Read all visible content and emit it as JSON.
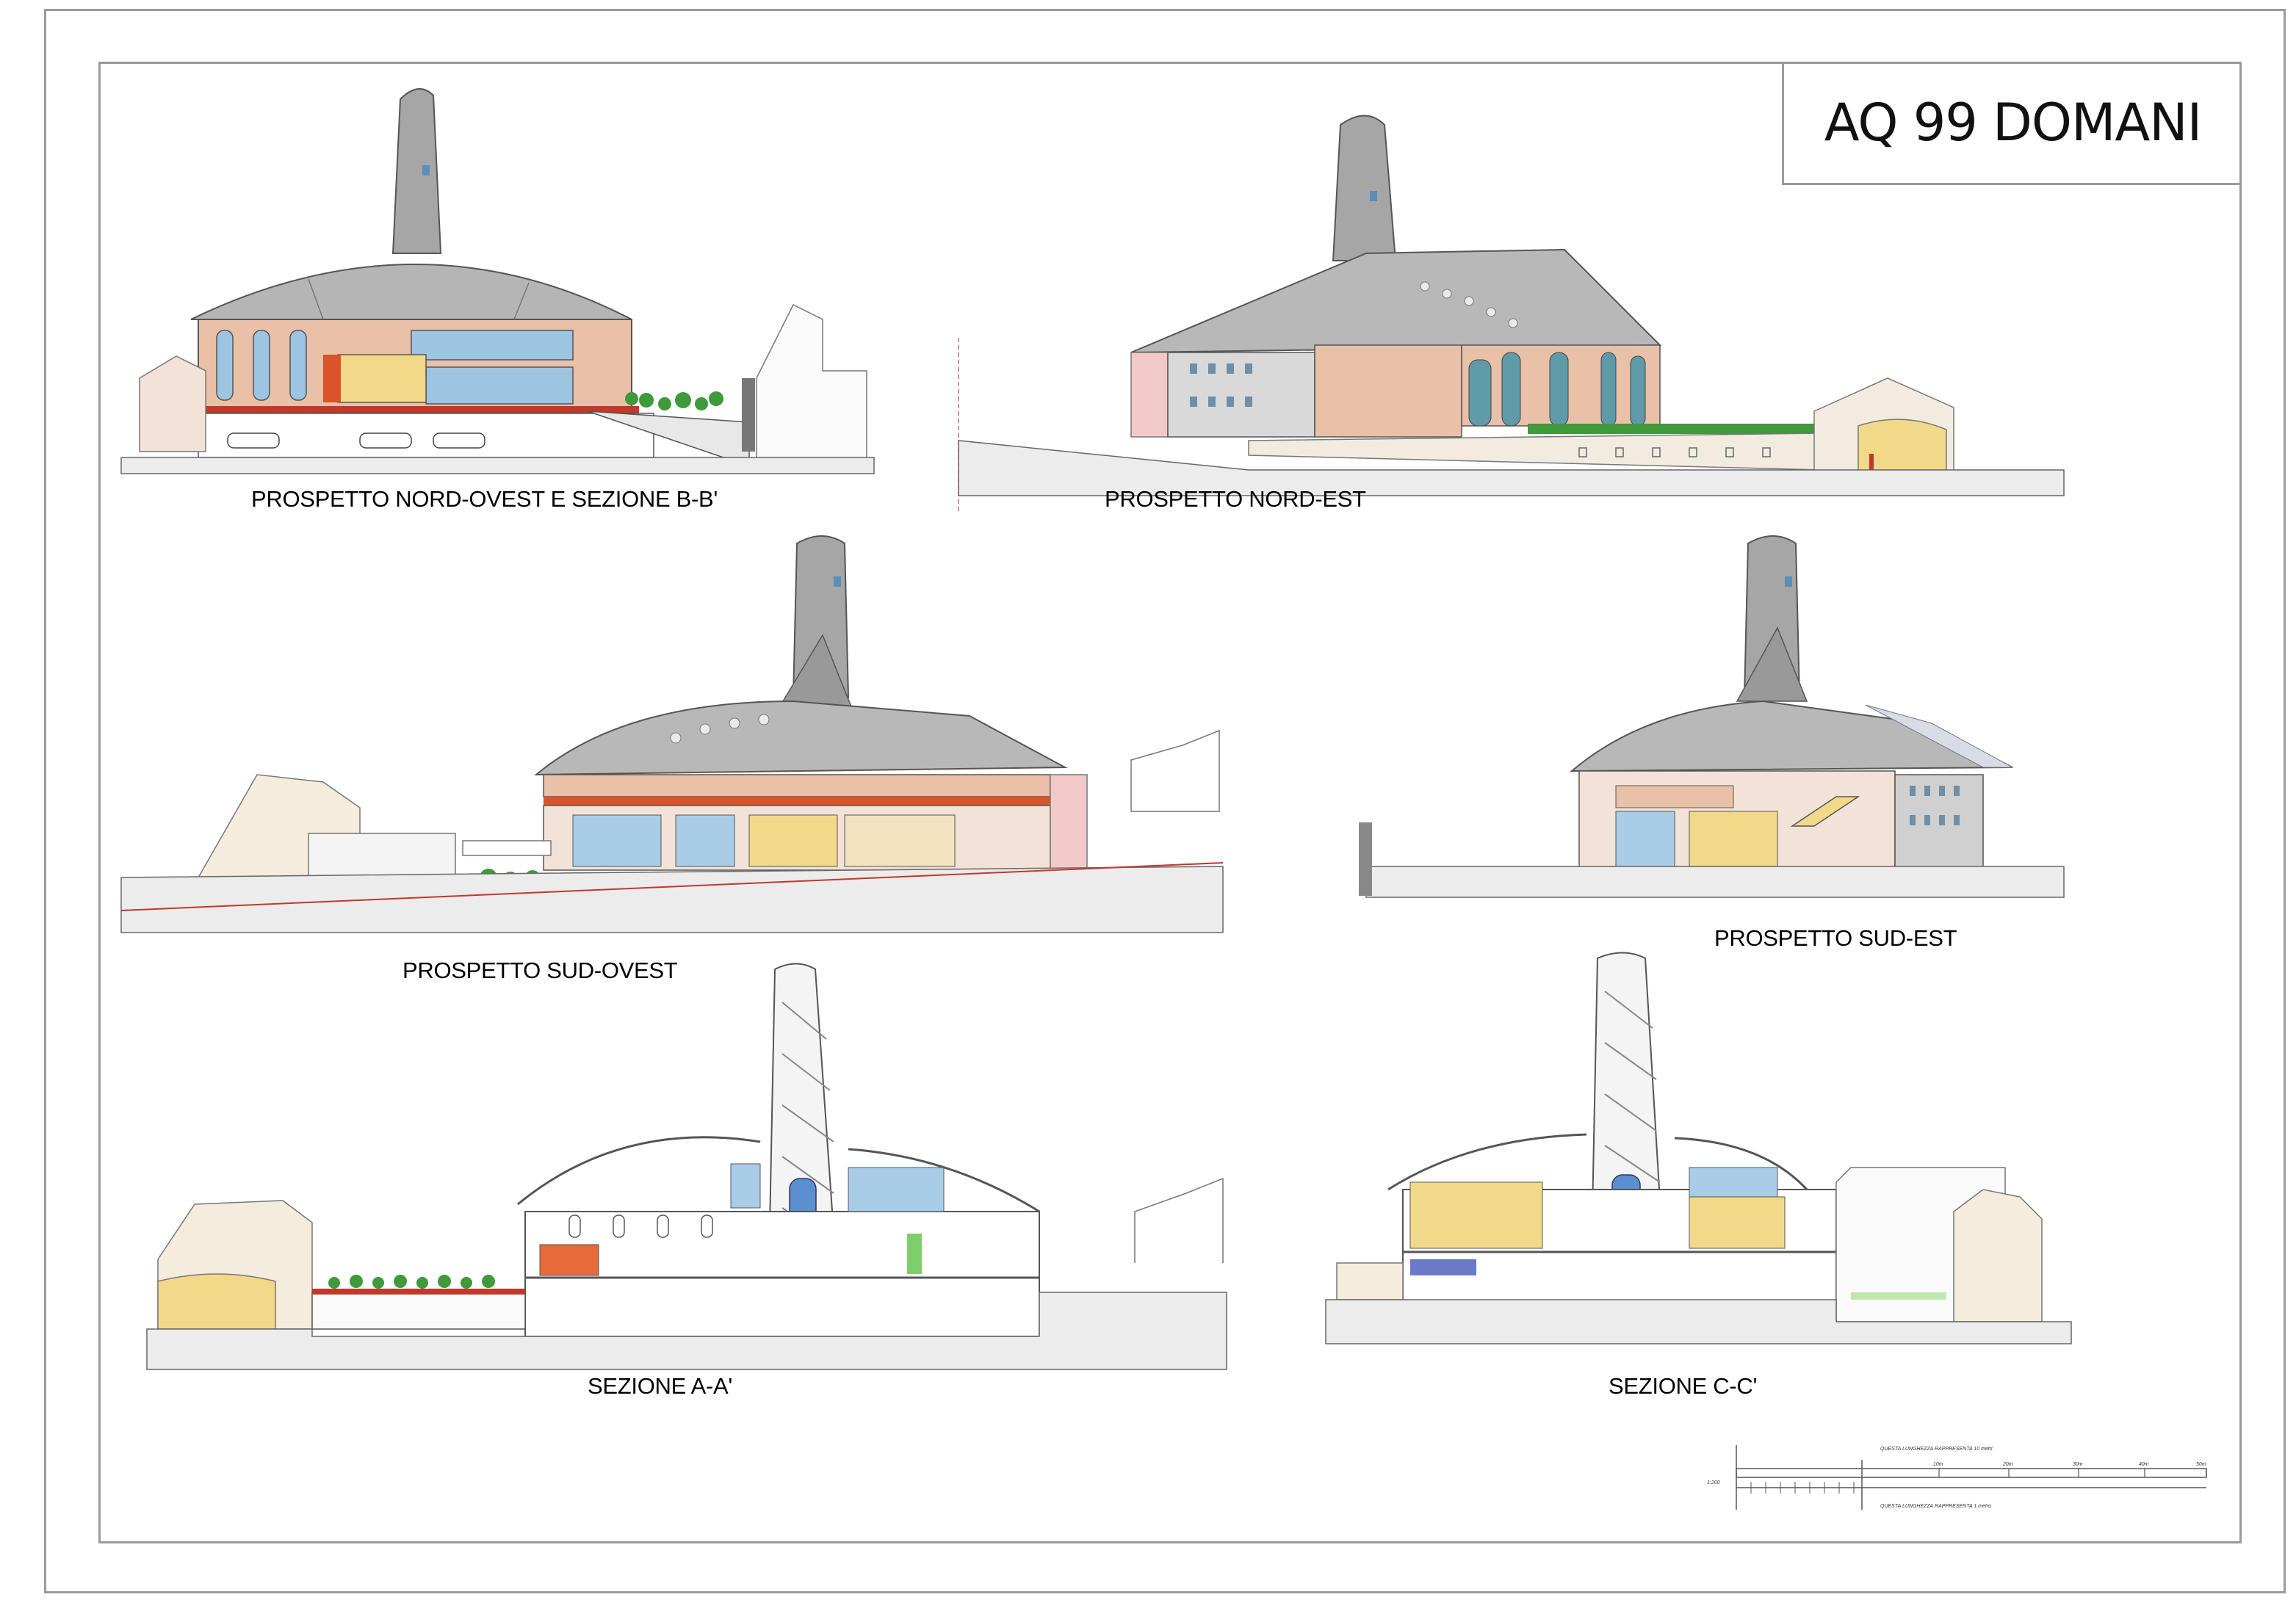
{
  "sheet": {
    "title": "AQ 99 DOMANI"
  },
  "views": {
    "nw_elevation": {
      "caption": "PROSPETTO NORD-OVEST E SEZIONE B-B'"
    },
    "ne_elevation": {
      "caption": "PROSPETTO NORD-EST"
    },
    "sw_elevation": {
      "caption": "PROSPETTO SUD-OVEST"
    },
    "se_elevation": {
      "caption": "PROSPETTO SUD-EST"
    },
    "section_aa": {
      "caption": "SEZIONE   A-A'"
    },
    "section_cc": {
      "caption": "SEZIONE   C-C'"
    }
  },
  "scale_bar": {
    "ratio": "1:200",
    "note_top": "QUESTA LUNGHEZZA RAPPRESENTA 10 metri",
    "note_bottom": "QUESTA LUNGHEZZA RAPPRESENTA 1 metro",
    "ticks": [
      "10m",
      "20m",
      "30m",
      "40m",
      "50m"
    ]
  },
  "colors": {
    "roof": "#a8a8a8",
    "wall_salmon": "#e8b8a0",
    "wall_yellow": "#f2d98a",
    "glass_blue": "#a9cde6",
    "greenery": "#3e9a3a",
    "red_band": "#c0392b"
  }
}
